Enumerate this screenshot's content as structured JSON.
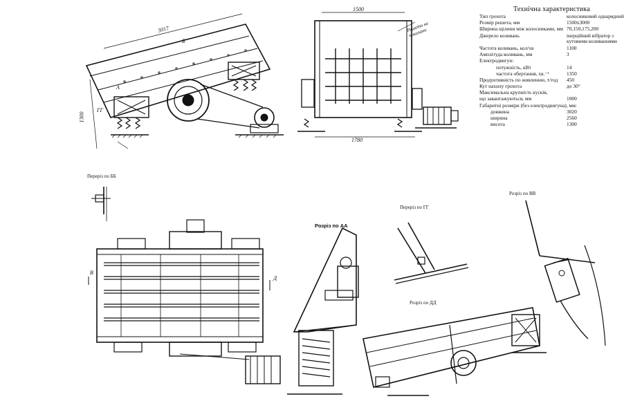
{
  "spec": {
    "title": "Технічна характеристика",
    "rows": [
      {
        "label": "Тип грохота",
        "value": "колосниковий однарядний",
        "indent": 0
      },
      {
        "label": "Розмір решета, мм",
        "value": "1500х3000",
        "indent": 0
      },
      {
        "label": "Ширина щілини між колосниками, мм",
        "value": "70,150,175,200",
        "indent": 0
      },
      {
        "label": "Джерело коливань",
        "value": "інерційний вібратор з кутовими коливаннями",
        "indent": 0
      },
      {
        "label": "Частота коливань, кол/хв",
        "value": "1100",
        "indent": 0
      },
      {
        "label": "Амплітуда коливань, мм",
        "value": "3",
        "indent": 0
      },
      {
        "label": "Електродвигун:",
        "value": "",
        "indent": 0
      },
      {
        "label": "потужність, кВт",
        "value": "14",
        "indent": 2
      },
      {
        "label": "частота обертання, хв.⁻¹",
        "value": "1350",
        "indent": 2
      },
      {
        "label": "Продуктивність по живленню, т/год",
        "value": "450",
        "indent": 0
      },
      {
        "label": "Кут нахилу грохота",
        "value": "до 30°",
        "indent": 0
      },
      {
        "label": "Максимальна крупність кусків,",
        "value": "",
        "indent": 0
      },
      {
        "label": "що завантажуються, мм",
        "value": "1000",
        "indent": 0
      },
      {
        "label": "Габаритні розміри (без електродвигуна), мм:",
        "value": "",
        "indent": 0
      },
      {
        "label": "довжина",
        "value": "3020",
        "indent": 1
      },
      {
        "label": "ширина",
        "value": "2560",
        "indent": 1
      },
      {
        "label": "висота",
        "value": "1300",
        "indent": 1
      }
    ]
  },
  "sections": {
    "bb": "Переріз по ББ",
    "aa": "Розріз по АА",
    "gg": "Переріз по ГГ",
    "vv": "Розріз по ВВ",
    "dd": "Розріз по ДД"
  },
  "dimensions": {
    "side_length": "3017",
    "side_height": "1300",
    "front_top": "1500",
    "front_bottom": "1780"
  },
  "callouts": {
    "sieve_note": "Решето не показано",
    "b_mark": "Б",
    "a_mark": "А",
    "g_mark": "ГГ",
    "v_mark": "В",
    "d_mark": "Д"
  }
}
